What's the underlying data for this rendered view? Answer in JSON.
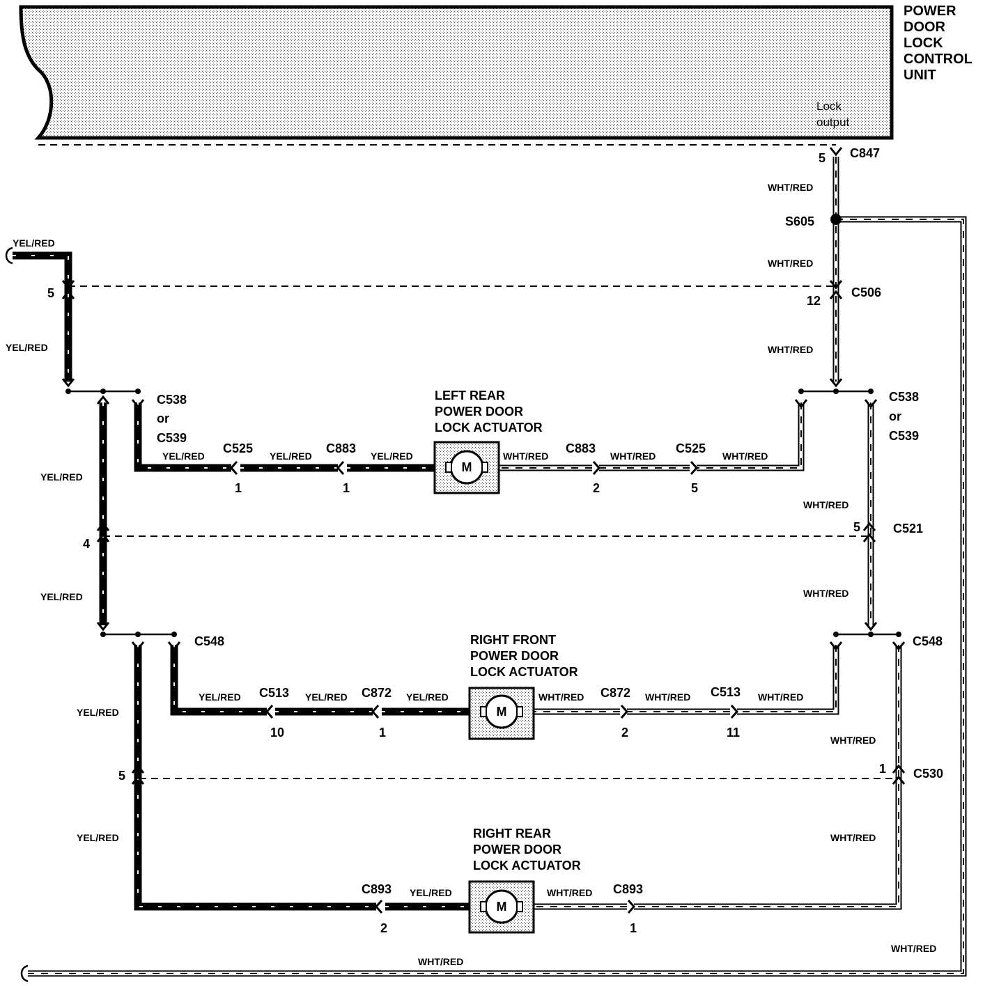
{
  "control_unit": {
    "title_lines": [
      "POWER",
      "DOOR",
      "LOCK",
      "CONTROL",
      "UNIT"
    ],
    "output_lines": [
      "Lock",
      "output"
    ]
  },
  "connectors": {
    "c847": "C847",
    "c847_pin": "5",
    "s605": "S605",
    "c506": "C506",
    "c506_pin_left": "5",
    "c506_pin_right": "12",
    "c538_lines": [
      "C538",
      "or",
      "C539"
    ],
    "c525": "C525",
    "c525_pin_left": "1",
    "c525_pin_right": "5",
    "c883": "C883",
    "c883_pin_left": "1",
    "c883_pin_right": "2",
    "c521": "C521",
    "c521_pin_left": "4",
    "c521_pin_right": "5",
    "c548": "C548",
    "c513": "C513",
    "c513_pin_left": "10",
    "c513_pin_right": "11",
    "c872": "C872",
    "c872_pin_left": "1",
    "c872_pin_right": "2",
    "c530": "C530",
    "c530_pin_left": "5",
    "c530_pin_right": "1",
    "c893": "C893",
    "c893_pin_left": "2",
    "c893_pin_right": "1"
  },
  "wires": {
    "yel_red": "YEL/RED",
    "wht_red": "WHT/RED"
  },
  "actuators": {
    "left_rear": [
      "LEFT REAR",
      "POWER DOOR",
      "LOCK ACTUATOR"
    ],
    "right_front": [
      "RIGHT FRONT",
      "POWER DOOR",
      "LOCK ACTUATOR"
    ],
    "right_rear": [
      "RIGHT REAR",
      "POWER DOOR",
      "LOCK ACTUATOR"
    ],
    "motor_symbol": "M"
  },
  "colors": {
    "ink": "#000000",
    "paper": "#ffffff",
    "module_fill": "#d9d9d9"
  }
}
